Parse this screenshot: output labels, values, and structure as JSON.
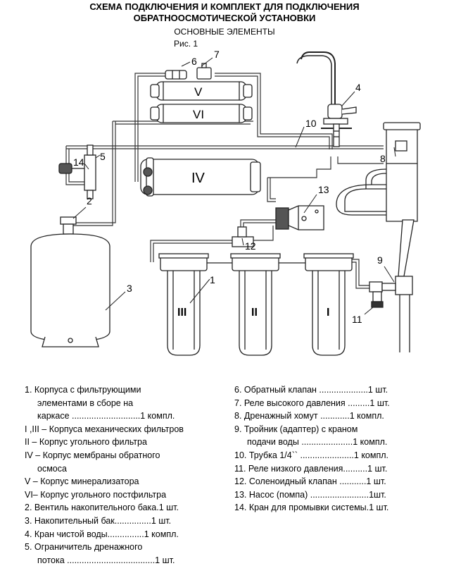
{
  "header": {
    "title_line1": "СХЕМА ПОДКЛЮЧЕНИЯ И КОМПЛЕКТ ДЛЯ ПОДКЛЮЧЕНИЯ",
    "title_line2": "ОБРАТНООСМОТИЧЕСКОЙ УСТАНОВКИ",
    "subtitle": "ОСНОВНЫЕ ЭЛЕМЕНТЫ",
    "figure": "Рис. 1"
  },
  "diagram": {
    "callouts": [
      "1",
      "2",
      "3",
      "4",
      "5",
      "6",
      "7",
      "8",
      "9",
      "10",
      "11",
      "12",
      "13",
      "14"
    ],
    "cartridge_labels": {
      "v": "V",
      "vi": "VI",
      "iv": "IV",
      "iii": "III",
      "ii": "II",
      "i": "I"
    }
  },
  "legend_left": [
    {
      "text": "1. Корпуса с фильтрующими"
    },
    {
      "text": "элементами в сборе на",
      "indent": true
    },
    {
      "text": "каркасе  ............................1 компл.",
      "indent": true
    },
    {
      "text": "I ,III – Корпуса механических фильтров"
    },
    {
      "text": "II – Корпус угольного фильтра"
    },
    {
      "text": "IV – Корпус мембраны обратного"
    },
    {
      "text": "осмоса",
      "indent": true
    },
    {
      "text": "V – Корпус минерализатора"
    },
    {
      "text": "VI– Корпус угольного постфильтра"
    },
    {
      "text": "2. Вентиль накопительного бака.1 шт."
    },
    {
      "text": "3. Накопительный бак...............1 шт."
    },
    {
      "text": "4. Кран чистой воды...............1 компл."
    },
    {
      "text": "5. Ограничитель дренажного"
    },
    {
      "text": "потока ....................................1 шт.",
      "indent": true
    }
  ],
  "legend_right": [
    {
      "text": "6. Обратный клапан ....................1 шт."
    },
    {
      "text": "7. Реле высокого давления .........1 шт."
    },
    {
      "text": "8. Дренажный хомут ............1 компл."
    },
    {
      "text": "9. Тройник (адаптер) с краном"
    },
    {
      "text": "подачи воды  .....................1 компл.",
      "indent": true
    },
    {
      "text": "10. Трубка 1/4`` ......................1 компл."
    },
    {
      "text": "11. Реле низкого давления..........1 шт."
    },
    {
      "text": "12. Соленоидный клапан ...........1 шт."
    },
    {
      "text": "13. Насос (помпа) ........................1шт."
    },
    {
      "text": "14. Кран для промывки системы.1 шт."
    }
  ]
}
